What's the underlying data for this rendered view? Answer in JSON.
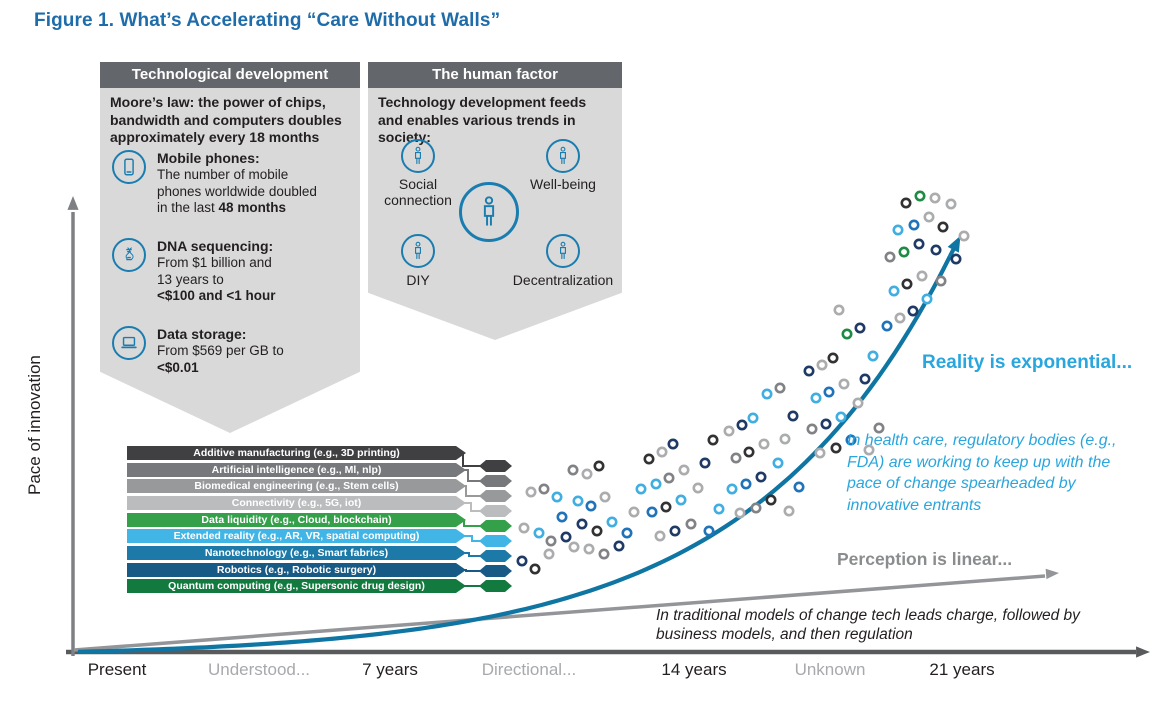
{
  "title": "Figure 1. What’s Accelerating “Care Without Walls”",
  "y_axis_label": "Pace of innovation",
  "x_ticks": [
    {
      "label": "Present",
      "muted": false
    },
    {
      "label": "Understood...",
      "muted": true
    },
    {
      "label": "7 years",
      "muted": false
    },
    {
      "label": "Directional...",
      "muted": true
    },
    {
      "label": "14 years",
      "muted": false
    },
    {
      "label": "Unknown",
      "muted": true
    },
    {
      "label": "21 years",
      "muted": false
    }
  ],
  "tech_box": {
    "header": "Technological development",
    "intro": "Moore’s law: the power of chips, bandwidth and computers doubles approximately every 18 months",
    "items": [
      {
        "icon": "mobile-phone-icon",
        "title": "Mobile phones:",
        "lines": [
          [
            [
              "The number of mobile",
              0
            ]
          ],
          [
            [
              "phones worldwide doubled",
              0
            ]
          ],
          [
            [
              "in the last ",
              0
            ],
            [
              "48 months",
              1
            ]
          ]
        ]
      },
      {
        "icon": "dna-icon",
        "title": "DNA sequencing:",
        "lines": [
          [
            [
              "From $1 billion and",
              0
            ]
          ],
          [
            [
              "13 years to",
              0
            ]
          ],
          [
            [
              "<$100 and <1 hour",
              1
            ]
          ]
        ]
      },
      {
        "icon": "laptop-icon",
        "title": "Data storage:",
        "lines": [
          [
            [
              "From $569 per GB to",
              0
            ]
          ],
          [
            [
              "<$0.01",
              1
            ]
          ]
        ]
      }
    ]
  },
  "human_box": {
    "header": "The human factor",
    "intro": "Technology development feeds and enables various trends in society:",
    "center_icon": "person-icon",
    "trends": [
      {
        "label": "Social connection",
        "icon": "person-icon"
      },
      {
        "label": "Well-being",
        "icon": "person-icon"
      },
      {
        "label": "DIY",
        "icon": "person-icon"
      },
      {
        "label": "Decentralization",
        "icon": "person-icon"
      }
    ]
  },
  "tech_bars": [
    {
      "label": "Additive manufacturing (e.g., 3D printing)",
      "color": "#404042"
    },
    {
      "label": "Artificial intelligence (e.g., Ml, nlp)",
      "color": "#77787B"
    },
    {
      "label": "Biomedical engineering (e.g., Stem cells)",
      "color": "#97999B"
    },
    {
      "label": "Connectivity (e.g., 5G, iot)",
      "color": "#BBBCBE"
    },
    {
      "label": "Data liquidity (e.g., Cloud, blockchain)",
      "color": "#34A04A"
    },
    {
      "label": "Extended reality (e.g., AR, VR, spatial computing)",
      "color": "#41B6E6"
    },
    {
      "label": "Nanotechnology (e.g., Smart fabrics)",
      "color": "#1D7AA8"
    },
    {
      "label": "Robotics (e.g., Robotic surgery)",
      "color": "#185A86"
    },
    {
      "label": "Quantum computing (e.g., Supersonic drug design)",
      "color": "#127A3F"
    }
  ],
  "annotations": {
    "exponential_label": "Reality is exponential...",
    "exponential_note": "In health care, regulatory bodies (e.g., FDA) are working to keep up with the pace of change spearheaded by innovative entrants",
    "linear_label": "Perception is linear...",
    "linear_note": "In traditional models of change tech leads charge, followed by business models, and then regulation"
  },
  "colors": {
    "title": "#1F6CAB",
    "box_header_bg": "#63666A",
    "box_body_bg": "#D9D9D9",
    "icon_blue": "#1A7DB0",
    "exponential_curve": "#0F75A3",
    "cyan_text": "#29A6DE",
    "linear_gray": "#8A8C8E",
    "axis_dark": "#595A5C",
    "axis_gray": "#7E8083",
    "tick_dark": "#231F20",
    "tick_muted": "#A7A9AC"
  },
  "scatter": {
    "palette": [
      "#203A66",
      "#41AEE2",
      "#ABACAE",
      "#323234",
      "#808285",
      "#2173B9",
      "#C6C7C9",
      "#0E76A8",
      "#1E8A44"
    ],
    "dots": [
      [
        522,
        561,
        0
      ],
      [
        535,
        569,
        3
      ],
      [
        524,
        528,
        2
      ],
      [
        539,
        533,
        1
      ],
      [
        551,
        541,
        4
      ],
      [
        531,
        492,
        2
      ],
      [
        544,
        489,
        4
      ],
      [
        557,
        497,
        1
      ],
      [
        562,
        517,
        5
      ],
      [
        549,
        554,
        2
      ],
      [
        566,
        537,
        0
      ],
      [
        574,
        547,
        2
      ],
      [
        573,
        470,
        4
      ],
      [
        587,
        474,
        2
      ],
      [
        599,
        466,
        3
      ],
      [
        578,
        501,
        1
      ],
      [
        591,
        506,
        5
      ],
      [
        605,
        497,
        2
      ],
      [
        582,
        524,
        0
      ],
      [
        597,
        531,
        3
      ],
      [
        612,
        522,
        1
      ],
      [
        589,
        549,
        2
      ],
      [
        604,
        554,
        4
      ],
      [
        619,
        546,
        0
      ],
      [
        627,
        533,
        5
      ],
      [
        634,
        512,
        2
      ],
      [
        641,
        489,
        1
      ],
      [
        649,
        459,
        3
      ],
      [
        662,
        452,
        2
      ],
      [
        673,
        444,
        0
      ],
      [
        656,
        484,
        1
      ],
      [
        669,
        478,
        4
      ],
      [
        684,
        470,
        2
      ],
      [
        652,
        512,
        5
      ],
      [
        666,
        507,
        3
      ],
      [
        681,
        500,
        1
      ],
      [
        660,
        536,
        2
      ],
      [
        675,
        531,
        0
      ],
      [
        691,
        524,
        4
      ],
      [
        698,
        488,
        2
      ],
      [
        705,
        463,
        0
      ],
      [
        713,
        440,
        3
      ],
      [
        719,
        509,
        1
      ],
      [
        709,
        531,
        5
      ],
      [
        729,
        431,
        2
      ],
      [
        742,
        425,
        0
      ],
      [
        753,
        418,
        1
      ],
      [
        736,
        458,
        4
      ],
      [
        749,
        452,
        3
      ],
      [
        764,
        444,
        2
      ],
      [
        732,
        489,
        1
      ],
      [
        746,
        484,
        5
      ],
      [
        761,
        477,
        0
      ],
      [
        740,
        513,
        2
      ],
      [
        756,
        508,
        4
      ],
      [
        771,
        500,
        3
      ],
      [
        778,
        463,
        1
      ],
      [
        785,
        439,
        2
      ],
      [
        793,
        416,
        0
      ],
      [
        799,
        487,
        5
      ],
      [
        789,
        511,
        2
      ],
      [
        767,
        394,
        1
      ],
      [
        780,
        388,
        4
      ],
      [
        809,
        371,
        0
      ],
      [
        822,
        365,
        2
      ],
      [
        833,
        358,
        3
      ],
      [
        816,
        398,
        1
      ],
      [
        829,
        392,
        5
      ],
      [
        844,
        384,
        2
      ],
      [
        812,
        429,
        4
      ],
      [
        826,
        424,
        0
      ],
      [
        841,
        417,
        1
      ],
      [
        820,
        453,
        2
      ],
      [
        836,
        448,
        3
      ],
      [
        851,
        440,
        5
      ],
      [
        858,
        403,
        2
      ],
      [
        865,
        379,
        0
      ],
      [
        873,
        356,
        1
      ],
      [
        879,
        428,
        4
      ],
      [
        869,
        450,
        2
      ],
      [
        847,
        334,
        8
      ],
      [
        860,
        328,
        0
      ],
      [
        839,
        310,
        2
      ],
      [
        887,
        326,
        5
      ],
      [
        900,
        318,
        2
      ],
      [
        913,
        311,
        0
      ],
      [
        894,
        291,
        1
      ],
      [
        907,
        284,
        3
      ],
      [
        922,
        276,
        2
      ],
      [
        890,
        257,
        4
      ],
      [
        904,
        252,
        8
      ],
      [
        919,
        244,
        0
      ],
      [
        898,
        230,
        1
      ],
      [
        914,
        225,
        5
      ],
      [
        929,
        217,
        2
      ],
      [
        936,
        250,
        0
      ],
      [
        943,
        227,
        3
      ],
      [
        951,
        204,
        2
      ],
      [
        927,
        299,
        1
      ],
      [
        941,
        281,
        4
      ],
      [
        956,
        259,
        0
      ],
      [
        964,
        236,
        2
      ],
      [
        906,
        203,
        3
      ],
      [
        920,
        196,
        8
      ],
      [
        935,
        198,
        2
      ]
    ]
  }
}
